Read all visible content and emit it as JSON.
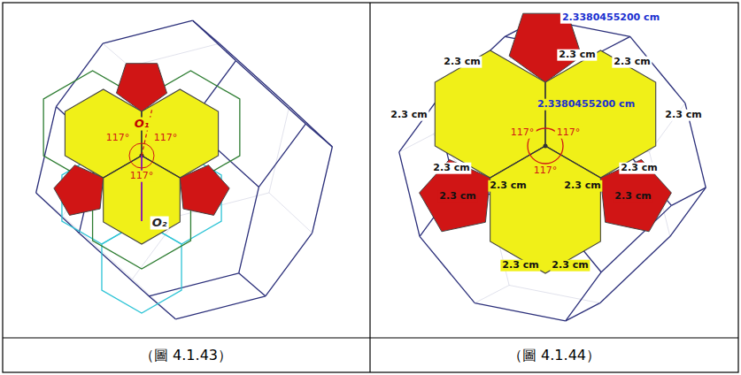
{
  "diagram": {
    "labels": [
      "117°",
      "117°",
      "117°",
      "O₁",
      "O₂",
      "2.3380455200 cm",
      "2.3 cm",
      "2.3 cm",
      "2.3 cm",
      "2.3 cm",
      "2.3 cm",
      "2.3380455200 cm",
      "117°",
      "117°",
      "2.3 cm",
      "2.3 cm",
      "2.3 cm",
      "2.3 cm",
      "117°",
      "2.3 cm",
      "2.3 cm",
      "2.3 cm",
      "2.3 cm",
      "（圖 4.1.43）",
      "（圖 4.1.44）"
    ]
  }
}
